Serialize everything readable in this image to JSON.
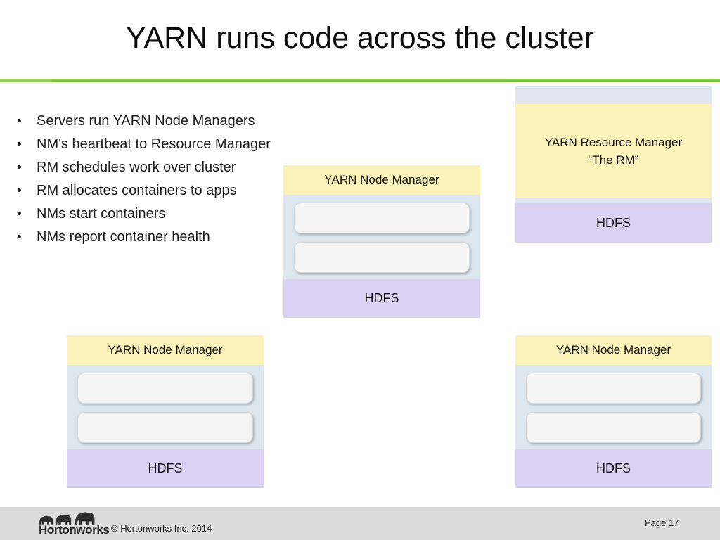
{
  "title": "YARN runs code across the cluster",
  "bullets": [
    "Servers run YARN Node Managers",
    "NM's heartbeat to Resource Manager",
    "RM schedules work over cluster",
    "RM allocates containers to apps",
    "NMs start containers",
    "NMs report container health"
  ],
  "resource_manager": {
    "name": "YARN Resource Manager",
    "alias": "“The RM”",
    "storage": "HDFS"
  },
  "node_managers": [
    {
      "title": "YARN Node Manager",
      "storage": "HDFS"
    },
    {
      "title": "YARN Node Manager",
      "storage": "HDFS"
    },
    {
      "title": "YARN Node Manager",
      "storage": "HDFS"
    }
  ],
  "footer": {
    "logo": "Hortonworks",
    "copyright": "© Hortonworks Inc. 2014",
    "page": "Page 17"
  },
  "colors": {
    "accent_green": "#7CC142",
    "header_yellow": "#FBF2BA",
    "hdfs_purple": "#DAD2F3",
    "panel_gray": "#DEE7ED",
    "strip_blue": "#E0E5EF",
    "footer_gray": "#DCDCDD"
  }
}
